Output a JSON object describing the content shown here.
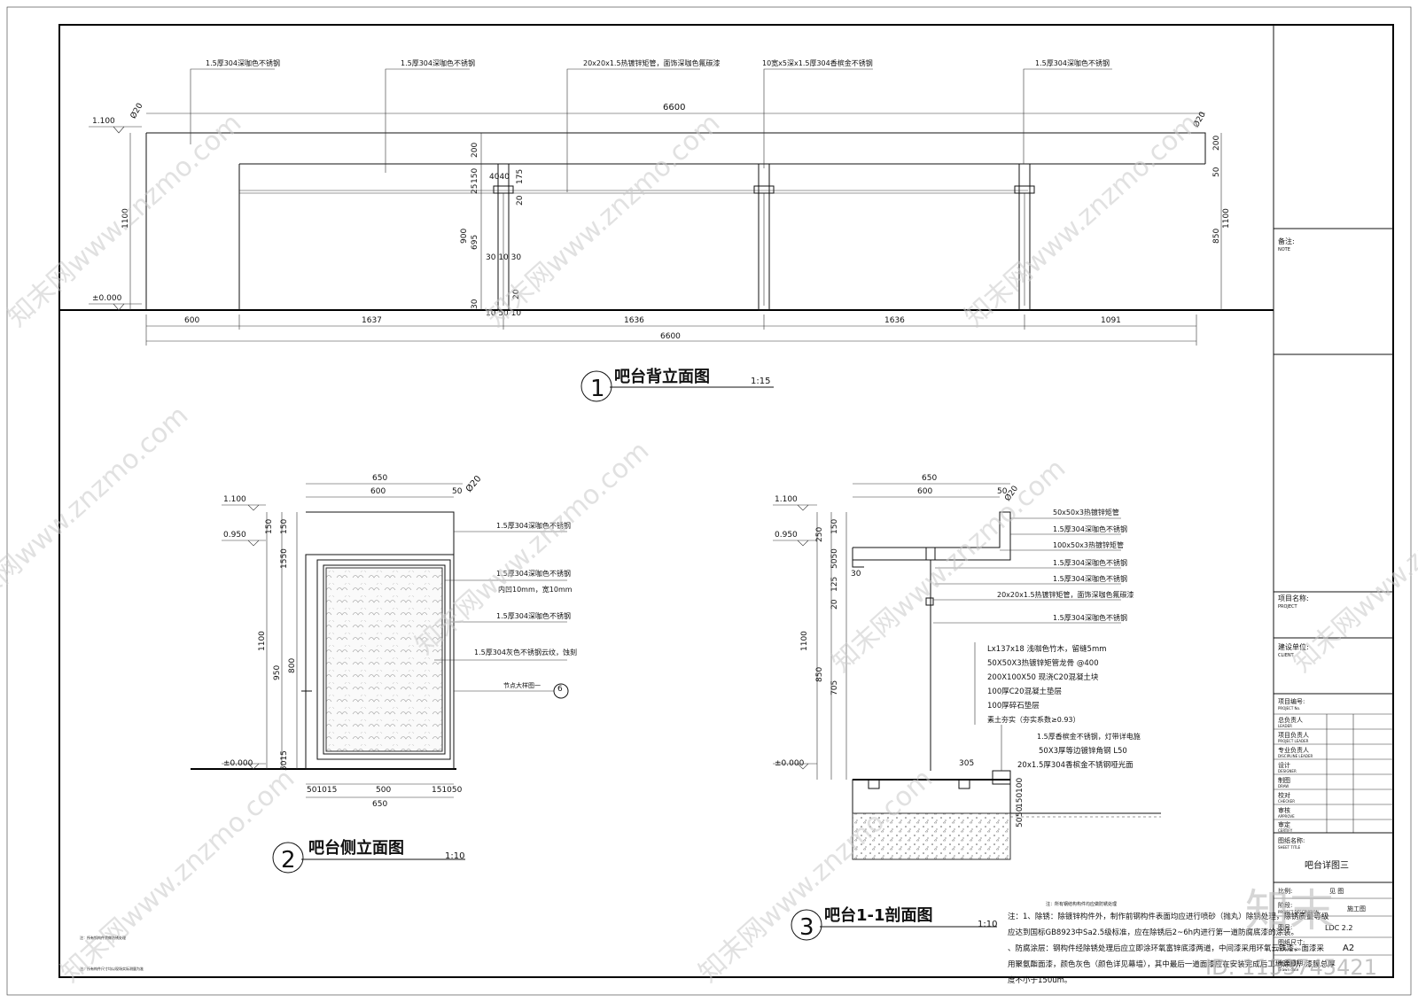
{
  "elevation1": {
    "leaders": [
      "1.5厚304深咖色不锈钢",
      "1.5厚304深咖色不锈钢",
      "20x20x1.5热镀锌矩管，面饰深咖色氟碳漆",
      "10宽x5深x1.5厚304香槟金不锈钢",
      "1.5厚304深咖色不锈钢"
    ],
    "dims": {
      "top_total": "6600",
      "bottom_segments": [
        "600",
        "1637",
        "1636",
        "1636",
        "1091"
      ],
      "bottom_total": "6600",
      "left_height": "1100",
      "right_height": "1100",
      "right_top": "200",
      "right_lower": "850",
      "right_small": "50",
      "left_200": "200",
      "left_900": "900",
      "left_695": "695",
      "left_150": "150",
      "left_25": "25",
      "left_30": "30",
      "post_4040": "4040",
      "post_175": "175",
      "post_20a": "20",
      "post_20b": "20",
      "post_301030": "30 10 30",
      "post_bottom": "10 50 10",
      "dia_left": "Ø20",
      "dia_right": "Ø20"
    },
    "levels": [
      "1.100",
      "±0.000"
    ],
    "title_no": "1",
    "title": "吧台背立面图",
    "scale": "1:15"
  },
  "elevation2": {
    "levels": [
      "1.100",
      "0.950",
      "±0.000"
    ],
    "top_dims": [
      "650",
      "600",
      "50"
    ],
    "dia": "Ø20",
    "left_dims": [
      "150",
      "150",
      "1550",
      "1100",
      "950",
      "800",
      "5015"
    ],
    "bottom_dims": [
      "501015",
      "500",
      "151050",
      "650"
    ],
    "leaders": [
      "1.5厚304深咖色不锈钢",
      "1.5厚304深咖色不锈钢",
      "内凹10mm，宽10mm",
      "1.5厚304深咖色不锈钢",
      "1.5厚304灰色不锈钢云纹，蚀刻"
    ],
    "node_label": "节点大样图一",
    "node_no": "6",
    "title_no": "2",
    "title": "吧台侧立面图",
    "scale": "1:10"
  },
  "section3": {
    "levels": [
      "1.100",
      "0.950",
      "±0.000"
    ],
    "top_dims": [
      "650",
      "600",
      "50"
    ],
    "dia": "Ø20",
    "left_dims": [
      "150",
      "250",
      "5050",
      "30",
      "125",
      "20",
      "850",
      "1100",
      "705",
      "305"
    ],
    "bottom_dims": [
      "100",
      "150",
      "50",
      "50"
    ],
    "leaders": [
      "50x50x3热镀锌矩管",
      "1.5厚304深咖色不锈钢",
      "100x50x3热镀锌矩管",
      "1.5厚304深咖色不锈钢",
      "1.5厚304深咖色不锈钢",
      "20x20x1.5热镀锌矩管，面饰深咖色氟碳漆",
      "1.5厚304深咖色不锈钢"
    ],
    "layers": [
      "Lx137x18  浅咖色竹木，留缝5mm",
      "50X50X3热镀锌矩管龙骨 @400",
      "200X100X50  现浇C20混凝土块",
      "100厚C20混凝土垫层",
      "100厚碎石垫层",
      "素土夯实（夯实系数≥0.93）"
    ],
    "edge_notes": [
      "1.5厚香槟金不锈钢，灯带详电施",
      "50X3厚等边镀锌角钢 L50",
      "20x1.5厚304香槟金不锈钢哑光面"
    ],
    "title_no": "3",
    "title": "吧台1-1剖面图",
    "scale": "1:10"
  },
  "notes": {
    "tiny_header": "注：所有钢结构构件均应做防锈处理",
    "lines": [
      "注：1、除锈：除镀锌构件外，制作前钢构件表面均应进行喷砂（抛丸）除锈处理，除锈质量等级",
      "应达到国标GB8923中Sa2.5级标准，应在除锈后2~6h内进行第一道防腐底漆的涂装。",
      "、防腐涂层：钢构件经除锈处理后应立即涂环氧富锌底漆两道，中间漆采用环氧云铁漆，面漆采",
      "用聚氨酯面漆，颜色灰色（颜色详见幕墙），其中最后一道面漆应在安装完成后工地涂刷，漆膜总厚",
      "度不小于150um。"
    ],
    "small_left": [
      "注：所有钢构件需做防锈处理",
      "注：所有构件尺寸均以现场实际测量为准"
    ]
  },
  "titleblock": {
    "note_label": "备注:",
    "note_en": "NOTE",
    "project_label": "项目名称:",
    "project_en": "PROJECT",
    "client_label": "建设单位:",
    "client_en": "CLIENT",
    "project_no_label": "项目编号:",
    "project_no_en": "PROJECT No.",
    "roles": [
      [
        "总负责人",
        "LEADER"
      ],
      [
        "项目负责人",
        "PROJECT LEADER"
      ],
      [
        "专业负责人",
        "DISCIPLINE LEADER"
      ],
      [
        "设计",
        "DESIGNER"
      ],
      [
        "制图",
        "DRAW"
      ],
      [
        "校对",
        "CHECKER"
      ],
      [
        "审核",
        "APPROVE"
      ],
      [
        "审定",
        "CERTIFY"
      ]
    ],
    "sheet_title_label": "图纸名称:",
    "sheet_title_en": "SHEET TITLE",
    "sheet_title": "吧台详图三",
    "scale_label": "比例:",
    "scale_value": "见    图",
    "desc_label": "阶段:",
    "desc_en": "PROJECT DESCRIPTION",
    "desc_value": "施工图",
    "no_label": "图号:",
    "no_value": "LDC  2.2",
    "size_label": "图纸尺寸:",
    "size_en": "Drawing size",
    "size_value": "A2",
    "date_label": "出图日期:",
    "date_en": "Drawn date"
  },
  "watermark": {
    "text": "知末网www.znzmo.com",
    "logo": "知末",
    "id": "ID: 1153745421"
  }
}
